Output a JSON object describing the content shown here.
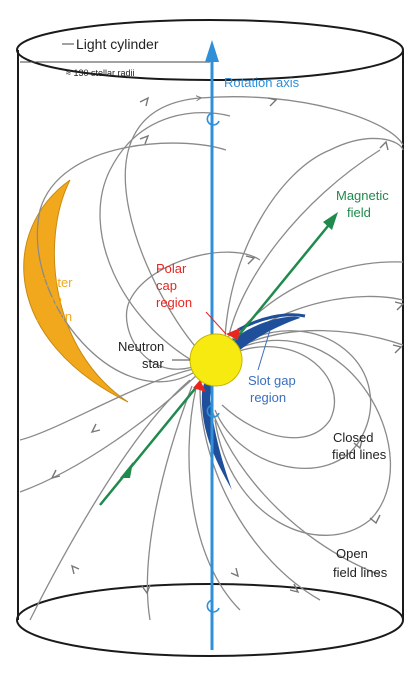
{
  "diagram": {
    "labels": {
      "light_cylinder": "Light cylinder",
      "light_cylinder_size": "≈ 130 stellar radii",
      "rotation_axis": "Rotation axis",
      "magnetic_field_line1": "Magnetic",
      "magnetic_field_line2": "field",
      "outer_gap_line1": "Outer",
      "outer_gap_line2": "gap",
      "outer_gap_line3": "region",
      "polar_cap_line1": "Polar",
      "polar_cap_line2": "cap",
      "polar_cap_line3": "region",
      "neutron_star_line1": "Neutron",
      "neutron_star_line2": "star",
      "slot_gap_line1": "Slot gap",
      "slot_gap_line2": "region",
      "closed_lines_line1": "Closed",
      "closed_lines_line2": "field lines",
      "open_lines_line1": "Open",
      "open_lines_line2": "field lines"
    },
    "colors": {
      "rotation_axis": "#2f8fd8",
      "magnetic_axis": "#1f8a4c",
      "outer_gap": "#f2a81d",
      "polar_cap": "#e8251f",
      "slot_gap": "#1f4f9a",
      "neutron_star": "#f6ea10",
      "field_lines": "#8a8a8a",
      "text": "#222222"
    }
  }
}
